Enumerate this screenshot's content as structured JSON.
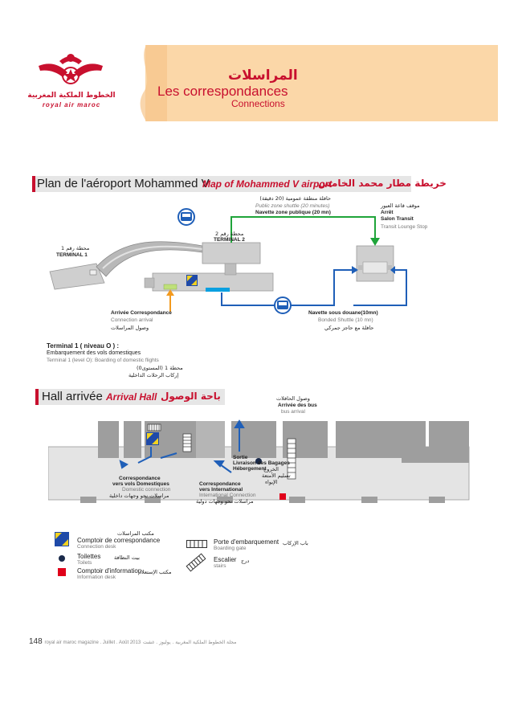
{
  "header": {
    "logo_text": "royal air maroc",
    "logo_text_ar": "الخطوط الملكية المغربية",
    "title_ar": "المراسلات",
    "title_fr": "Les correspondances",
    "title_en": "Connections"
  },
  "map_section": {
    "title_fr": "Plan de l'aéroport Mohammed V",
    "title_en": "Map of Mohammed V airport",
    "title_ar": "خريطة مطار محمد الخامس",
    "shuttle_public_ar": "حافلة منطقة عمومية (20 دقيقة)",
    "shuttle_public_en": "Public zone shuttle (20 minutes)",
    "shuttle_public_fr": "Navette zone publique (20 mn)",
    "transit_ar": "موقف قاعة العبور",
    "transit_fr1": "Arrêt",
    "transit_fr2": "Salon Transit",
    "transit_en": "Transit Lounge Stop",
    "terminal2_ar": "محطة رقم 2",
    "terminal2_en": "TERMINAL 2",
    "terminal1_ar": "محطة رقم 1",
    "terminal1_en": "TERMINAL 1",
    "arrival_fr": "Arrivée Correspondance",
    "arrival_en": "Connection arrival",
    "arrival_ar": "وصول المراسلات",
    "bonded_fr": "Navette sous douane(10mn)",
    "bonded_en": "Bonded Shuttle (10 mn)",
    "bonded_ar": "حافلة مع حاجز جمركي",
    "t1_level_fr": "Terminal 1 ( niveau O ) :",
    "t1_level_fr2": "Embarquement des vols domestiques",
    "t1_level_en": "Terminal 1 (level O): Boarding of domestic flights",
    "t1_level_ar1": "محطة 1 (المستوى0)",
    "t1_level_ar2": "إركاب الرحلات الداخلية"
  },
  "hall_section": {
    "title_fr": "Hall arrivée",
    "title_en": "Arrival Hall",
    "title_ar": "باحة الوصول",
    "bus_ar": "وصول الحافلات",
    "bus_fr": "Arrivée des bus",
    "bus_en": "bus arrival",
    "exit_fr1": "Sortie",
    "exit_fr2": "Livraison des Bagages",
    "exit_fr3": "Hébergement",
    "exit_ar1": "الخروج",
    "exit_ar2": "تسليم الأمتعة",
    "exit_ar3": "الإيواء",
    "domestic_fr1": "Correspondance",
    "domestic_fr2": "vers vols Domestiques",
    "domestic_en": "Domestic connection",
    "domestic_ar": "مراسلات نحو وجهات داخلية",
    "intl_fr1": "Correspondance",
    "intl_fr2": "vers International",
    "intl_en": "International Connection",
    "intl_ar": "مراسلات نحو وجهات دولية"
  },
  "legend": {
    "desk_ar": "مكتب المراسلات",
    "desk_fr": "Comptoir de correspondance",
    "desk_en": "Connection desk",
    "toilets_fr": "Toilettes",
    "toilets_ar": "بيت النظافة",
    "toilets_en": "Toilets",
    "info_fr": "Comptoir d'information",
    "info_ar": "مكتب الإستعلام",
    "info_en": "Information desk",
    "gate_fr": "Porte d'embarquement",
    "gate_ar": "باب الإركاب",
    "gate_en": "Boarding gate",
    "stairs_fr": "Escalier",
    "stairs_ar": "درج",
    "stairs_en": "stairs"
  },
  "footer": {
    "page": "148",
    "text": "royal air maroc magazine . Juillet . Août 2013",
    "text_ar": "مجلة الخطوط الملكية المغربية . يوليوز . غشت"
  },
  "colors": {
    "brand_red": "#c8102e",
    "header_band": "#fbd7a8",
    "green_route": "#1fa43a",
    "blue_route": "#1f5fb8",
    "orange_arrow": "#f39a1e",
    "building_grey": "#c9c9c9"
  }
}
